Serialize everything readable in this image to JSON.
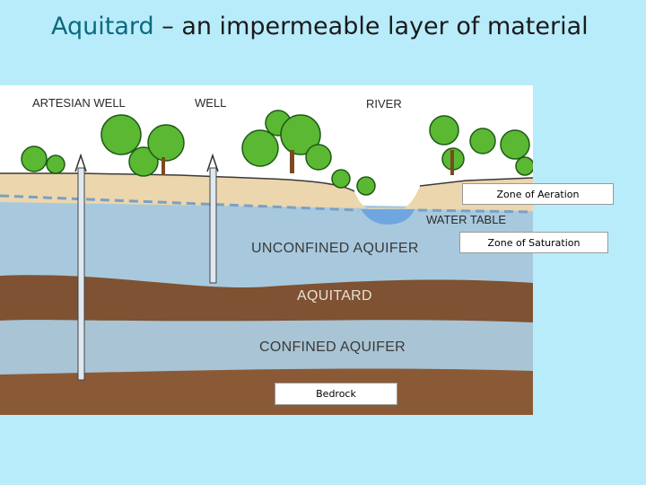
{
  "title": {
    "keyword": "Aquitard",
    "rest": " – an impermeable layer of material"
  },
  "labels": {
    "artesian_well": "ARTESIAN WELL",
    "well": "WELL",
    "river": "RIVER",
    "water_table": "WATER TABLE",
    "unconfined_aquifer": "UNCONFINED AQUIFER",
    "aquitard": "AQUITARD",
    "confined_aquifer": "CONFINED AQUIFER"
  },
  "boxes": {
    "zone_aeration": "Zone of Aeration",
    "zone_saturation": "Zone of Saturation",
    "bedrock": "Bedrock"
  }
}
